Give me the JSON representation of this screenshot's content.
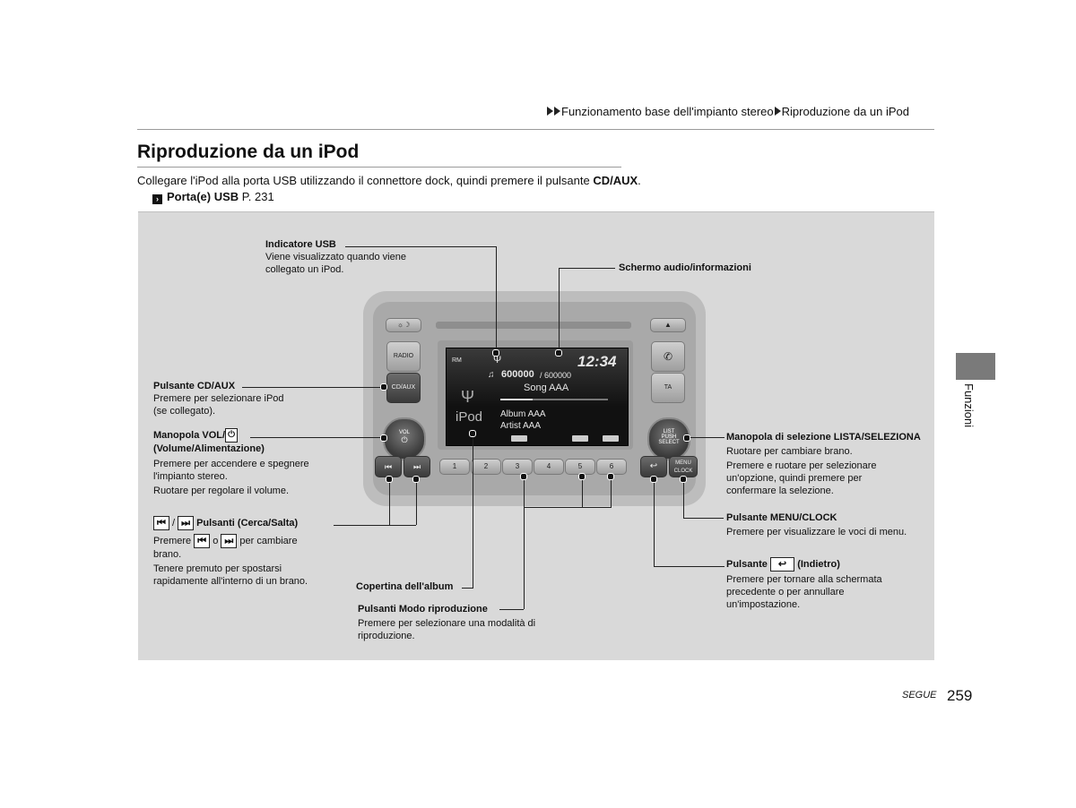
{
  "header": {
    "breadcrumb_1": "Funzionamento base dell'impianto stereo",
    "breadcrumb_2": "Riproduzione da un iPod"
  },
  "page": {
    "title": "Riproduzione da un iPod",
    "intro_text": "Collegare l'iPod alla porta USB utilizzando il connettore dock, quindi premere il pulsante ",
    "intro_bold": "CD/AUX",
    "intro_end": ".",
    "xref_label": "Porta(e) USB",
    "xref_page": " P. 231"
  },
  "side_tab": {
    "label": "Funzioni"
  },
  "footer": {
    "segue": "SEGUE",
    "page_number": "259"
  },
  "device": {
    "screen": {
      "clock": "12:34",
      "track_counter": "600000",
      "track_total": "/ 600000",
      "song": "Song AAA",
      "album": "Album AAA",
      "artist": "Artist AAA",
      "source": "iPod",
      "signal": "RM"
    },
    "buttons": {
      "radio": "RADIO",
      "cdaux": "CD/AUX",
      "vol": "VOL",
      "ta": "TA",
      "list": "LIST",
      "push": "PUSH",
      "select": "SELECT",
      "menu": "MENU",
      "clock": "CLOCK",
      "presets": [
        "1",
        "2",
        "3",
        "4",
        "5",
        "6"
      ]
    }
  },
  "callouts": {
    "usb_title": "Indicatore USB",
    "usb_desc_1": "Viene visualizzato quando viene",
    "usb_desc_2": "collegato un iPod.",
    "screen_title": "Schermo audio/informazioni",
    "cdaux_title": "Pulsante CD/AUX",
    "cdaux_desc_1": "Premere per selezionare iPod",
    "cdaux_desc_2": "(se collegato).",
    "vol_title_1": "Manopola VOL/",
    "vol_title_2": "(Volume/Alimentazione)",
    "vol_desc_1": "Premere per accendere e spegnere",
    "vol_desc_2": "l'impianto stereo.",
    "vol_desc_3": "Ruotare per regolare il volume.",
    "seek_sep": "/",
    "seek_title": "Pulsanti (Cerca/Salta)",
    "seek_desc_pre": "Premere",
    "seek_desc_or": "o",
    "seek_desc_post": "per cambiare",
    "seek_desc_2": "brano.",
    "seek_desc_3": "Tenere premuto per spostarsi",
    "seek_desc_4": "rapidamente all'interno di un brano.",
    "album_title": "Copertina dell'album",
    "mode_title": "Pulsanti Modo riproduzione",
    "mode_desc_1": "Premere per selezionare una modalità di",
    "mode_desc_2": "riproduzione.",
    "list_title": "Manopola di selezione LISTA/SELEZIONA",
    "list_desc_1": "Ruotare per cambiare brano.",
    "list_desc_2": "Premere e ruotare per selezionare",
    "list_desc_3": "un'opzione, quindi premere per",
    "list_desc_4": "confermare la selezione.",
    "menu_title": "Pulsante MENU/CLOCK",
    "menu_desc": "Premere per visualizzare le voci di menu.",
    "back_title_pre": "Pulsante",
    "back_title_post": "(Indietro)",
    "back_desc_1": "Premere per tornare alla schermata",
    "back_desc_2": "precedente o per annullare",
    "back_desc_3": "un'impostazione."
  }
}
